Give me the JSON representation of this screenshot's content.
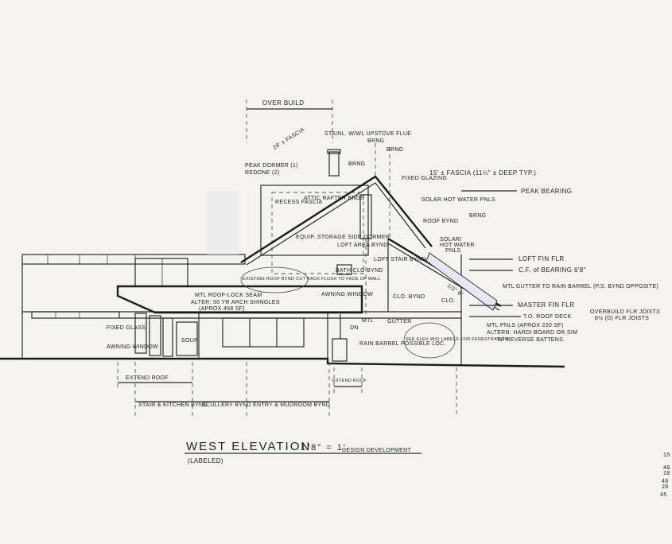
{
  "drawing": {
    "title": "WEST ELEVATION",
    "scale": "1/8\" = 1'",
    "subtitle": "(LABELED)",
    "phase": "DESIGN DEVELOPMENT"
  },
  "labels": {
    "over_build": "OVER BUILD",
    "flue": "STAINL. W/WL UPSTOVE FLUE",
    "fascia_28": "28' ± FASCIA",
    "peak_dormer": "PEAK DORMER (1)",
    "peak_dormer2": "REDONE (2)",
    "brng1": "BRNG",
    "brng2": "BRNG",
    "brng3": "BRNG",
    "brng4": "BRNG",
    "fascia_15": "15' ± FASCIA (11¼\" ± DEEP TYP.)",
    "peak_bearing": "PEAK BEARING",
    "fixed_glazing": "FIXED GLAZING",
    "solar1": "SOLAR HOT WATER PNLS",
    "roof_bynd": "ROOF BYND",
    "solar2a": "SOLAR/",
    "solar2b": "HOT WATER",
    "solar2c": "PNLS",
    "loft_fin_flr": "LOFT FIN FLR",
    "cf_bearing": "C.F. of BEARING 6'8\"",
    "mtl_gutter": "MTL GUTTER TO RAIN BARREL (P.S. BYND OPPOSITE)",
    "master_fin_flr": "MASTER FIN FLR",
    "to_roof_deck": "T.O. ROOF DECK",
    "overbuild_joists": "OVERBUILD FLR JOISTS",
    "joists2": "8½ (D) FLR JOISTS",
    "mtl_pnls": "MTL PNLS (APROX 220 SF)",
    "altern": "ALTERN: HARDI BOARD OR SIM",
    "battens": "W/ REVERSE BATTENS",
    "recess_fascia": "RECESS FASCIA",
    "attic_rafter": "ATTIC RAFTER ENDS",
    "equip_storage": "EQUIP. STORAGE SIDE DORMER",
    "loft_area": "LOFT AREA BYND",
    "loft_stair": "LOFT STAIR BYND",
    "existing_roof": "EXISTING ROOF BYND CUT BACK FLUSH TO FACE OF WALL",
    "bath_clg": "BATH CLG BYND",
    "awning_window": "AWNING WINDOW",
    "mtl_roof": "MTL ROOF-LOCK SEAM",
    "alter_shingles": "ALTER: 50 YR ARCH SHINGLES",
    "aprox_458": "(APROX 458 SF)",
    "fixed_glass": "FIXED GLASS",
    "awning_window2": "AWNING WINDOW",
    "soup": "SOUP",
    "clo_bynd": "CLO. BYND",
    "clo": "CLO.",
    "mtl": "MTL",
    "dn": "DN",
    "gutter": "GUTTER",
    "rain_barrel": "RAIN BARREL POSSIBLE LOC.",
    "see_elev": "SEE ELEV W/O LABELS FOR FENESTRATION",
    "extend_roof1": "EXTEND ROOF",
    "extend_roof2": "EXTEND ROOF",
    "stair_kitchen": "STAIR & KITCHEN BYND",
    "scullery": "SCULLERY BYND",
    "entry_mudroom": "ENTRY & MUDROOM BYND",
    "panel_label": "1/2\" 6\""
  },
  "margin_notes": [
    "15",
    "48",
    "18",
    "48",
    "28",
    "45"
  ]
}
